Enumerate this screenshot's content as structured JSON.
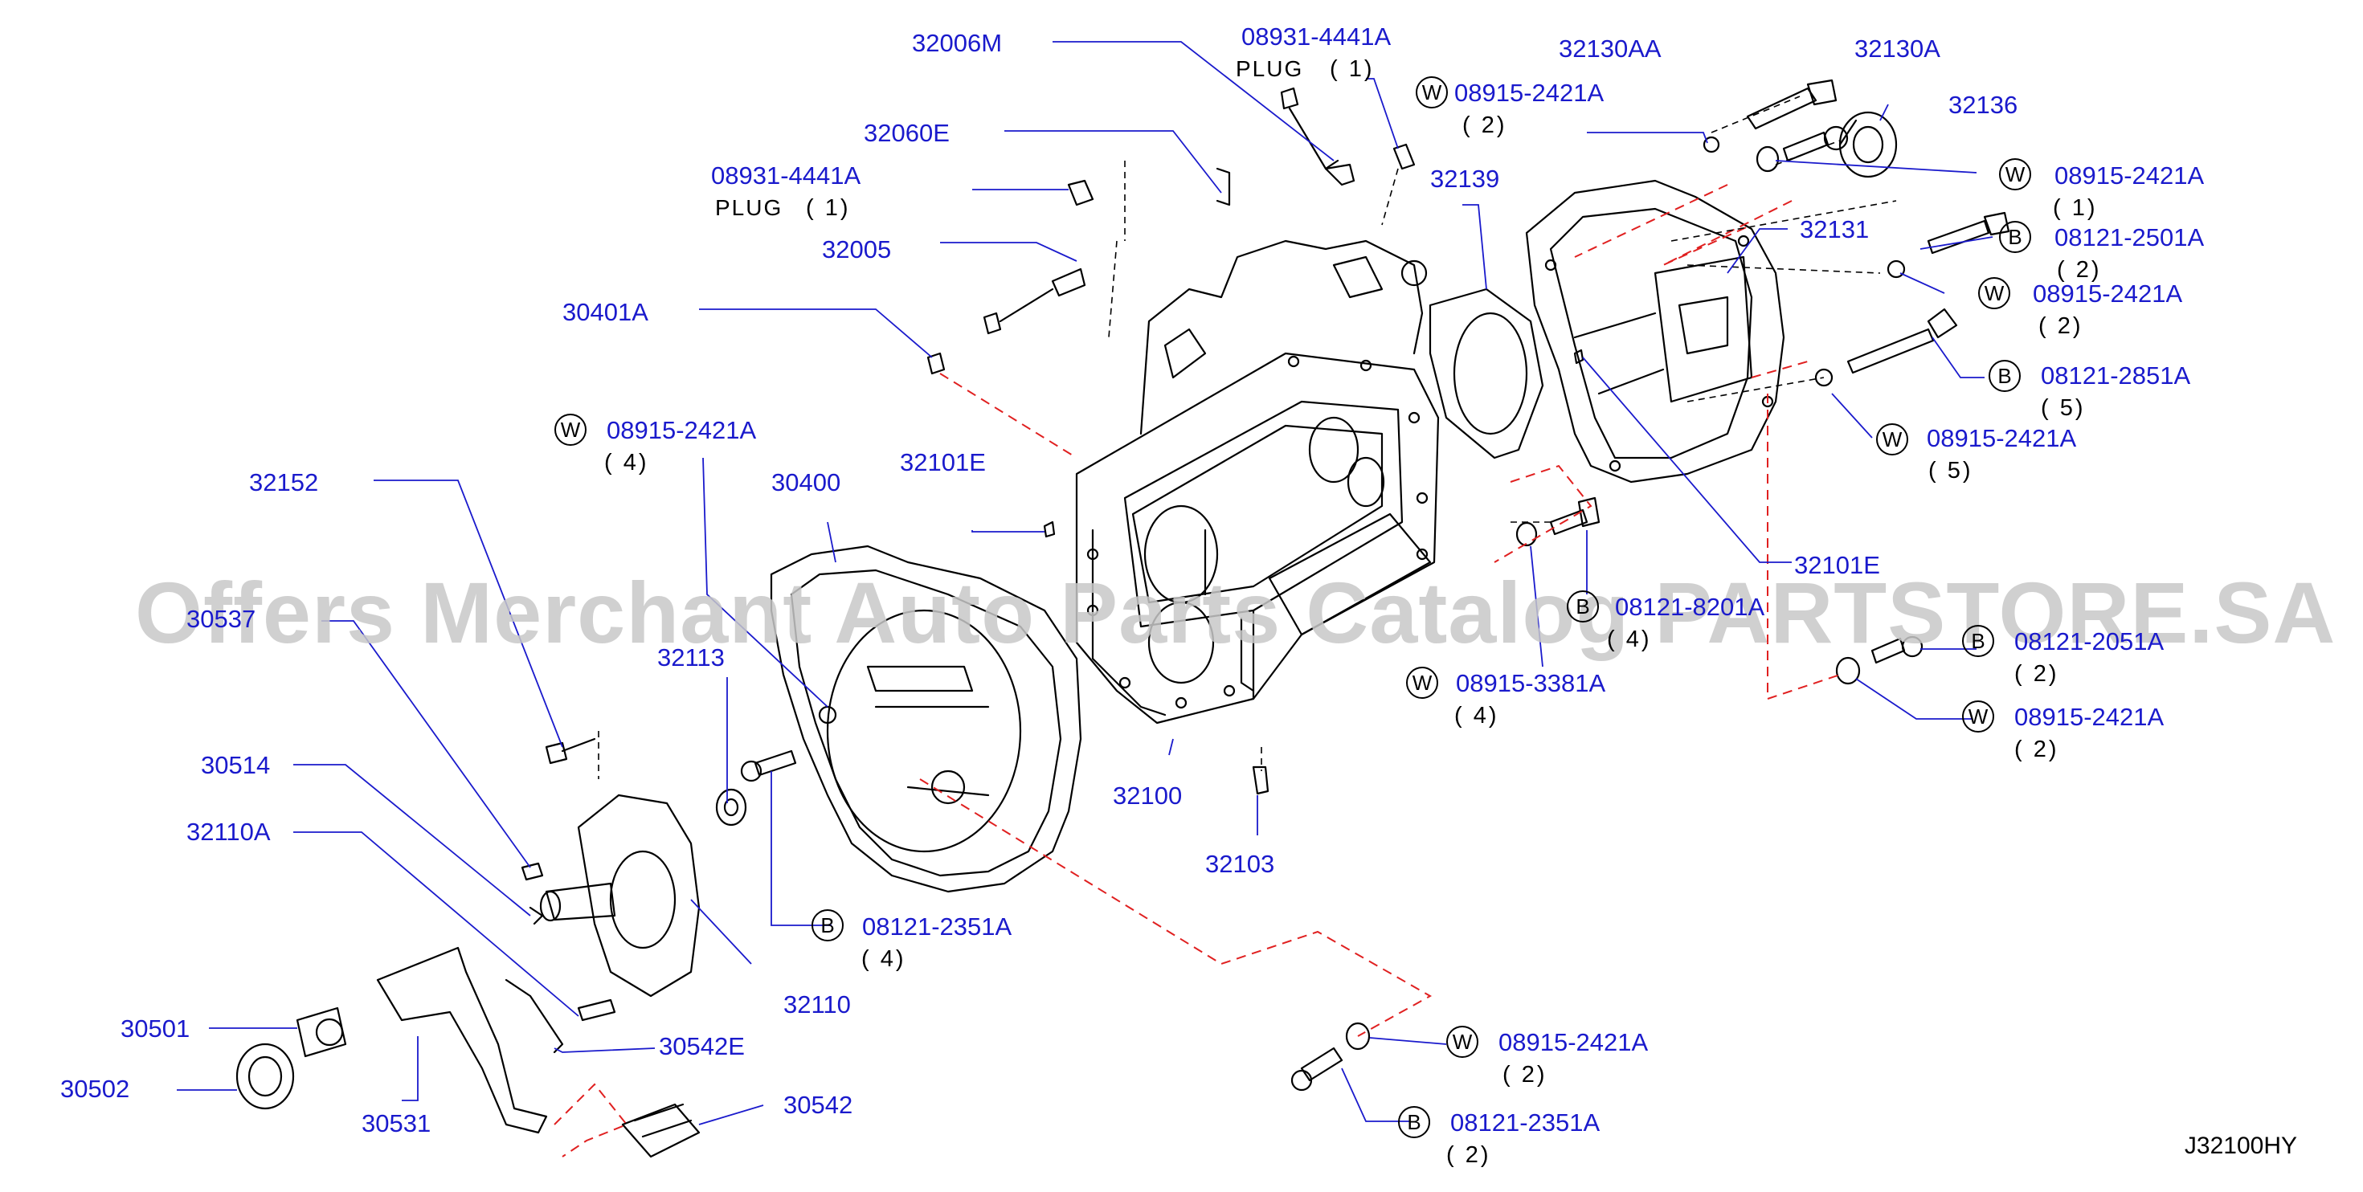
{
  "watermark": "Offers Merchant Auto Parts Catalog PARTSTORE.SA",
  "diagram_code": "J32100HY",
  "badges": {
    "w": "W",
    "b": "B"
  },
  "labels": {
    "p32006M": "32006M",
    "p08931_top": "08931-4441A",
    "plug_top": "PLUG",
    "qty_plug_top": "( 1)",
    "p32130AA": "32130AA",
    "p32130A": "32130A",
    "w_top": "08915-2421A",
    "qty_w_top": "( 2)",
    "p32136": "32136",
    "p32060E": "32060E",
    "p08931_mid": "08931-4441A",
    "plug_mid": "PLUG",
    "qty_plug_mid": "( 1)",
    "p32139": "32139",
    "w_r1": "08915-2421A",
    "qty_w_r1": "( 1)",
    "p32005": "32005",
    "p32131": "32131",
    "b_r1": "08121-2501A",
    "qty_b_r1": "( 2)",
    "w_r2": "08915-2421A",
    "qty_w_r2": "( 2)",
    "p30401A": "30401A",
    "b_r2": "08121-2851A",
    "qty_b_r2": "( 5)",
    "w_r3": "08915-2421A",
    "qty_w_r3": "( 5)",
    "w_left": "08915-2421A",
    "qty_w_left": "( 4)",
    "p32152": "32152",
    "p30400": "30400",
    "p32101E_left": "32101E",
    "p32101E_right": "32101E",
    "p30537": "30537",
    "b_mid": "08121-8201A",
    "qty_b_mid": "( 4)",
    "b_r3": "08121-2051A",
    "qty_b_r3": "( 2)",
    "p32113": "32113",
    "w_mid": "08915-3381A",
    "qty_w_mid": "( 4)",
    "w_r4": "08915-2421A",
    "qty_w_r4": "( 2)",
    "p30514": "30514",
    "p32100": "32100",
    "p32110A": "32110A",
    "p32103": "32103",
    "b_left": "08121-2351A",
    "qty_b_left": "( 4)",
    "p32110": "32110",
    "p30501": "30501",
    "p30542E": "30542E",
    "w_bottom": "08915-2421A",
    "qty_w_bottom": "( 2)",
    "p30502": "30502",
    "p30531": "30531",
    "p30542": "30542",
    "b_bottom": "08121-2351A",
    "qty_b_bottom": "( 2)"
  }
}
